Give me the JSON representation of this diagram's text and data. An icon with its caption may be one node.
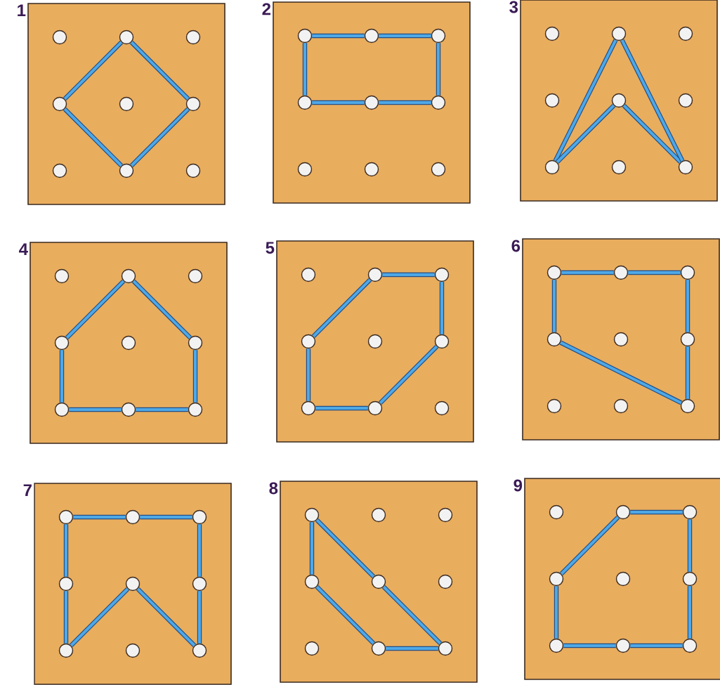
{
  "diagram": {
    "nodes": [
      {
        "text": [
          "1"
        ]
      },
      {
        "text": [],
        "shape": "circle",
        "in": 0
      },
      {
        "text": [],
        "shape": "circle",
        "in": 0
      },
      {
        "text": [],
        "shape": "circle",
        "in": 0
      },
      {
        "text": [],
        "shape": "circle",
        "in": 0
      },
      {
        "text": [],
        "shape": "circle",
        "in": 0
      },
      {
        "text": [],
        "shape": "circle",
        "in": 0
      },
      {
        "text": [],
        "shape": "circle",
        "in": 0
      },
      {
        "text": [],
        "shape": "circle",
        "in": 0
      },
      {
        "text": [],
        "shape": "circle",
        "in": 0
      },
      {
        "text": [
          "2"
        ]
      },
      {
        "text": [],
        "shape": "circle",
        "in": 10
      },
      {
        "text": [],
        "shape": "circle",
        "in": 10
      },
      {
        "text": [],
        "shape": "circle",
        "in": 10
      },
      {
        "text": [],
        "shape": "circle",
        "in": 10
      },
      {
        "text": [],
        "shape": "circle",
        "in": 10
      },
      {
        "text": [],
        "shape": "circle",
        "in": 10
      },
      {
        "text": [],
        "shape": "circle",
        "in": 10
      },
      {
        "text": [],
        "shape": "circle",
        "in": 10
      },
      {
        "text": [],
        "shape": "circle",
        "in": 10
      },
      {
        "text": [
          "3"
        ]
      },
      {
        "text": [],
        "shape": "circle",
        "in": 20
      },
      {
        "text": [],
        "shape": "circle",
        "in": 20
      },
      {
        "text": [],
        "shape": "circle",
        "in": 20
      },
      {
        "text": [],
        "shape": "circle",
        "in": 20
      },
      {
        "text": [],
        "shape": "circle",
        "in": 20
      },
      {
        "text": [],
        "shape": "circle",
        "in": 20
      },
      {
        "text": [],
        "shape": "circle",
        "in": 20
      },
      {
        "text": [],
        "shape": "circle",
        "in": 20
      },
      {
        "text": [],
        "shape": "circle",
        "in": 20
      },
      {
        "text": [
          "4"
        ]
      },
      {
        "text": [],
        "shape": "circle",
        "in": 30
      },
      {
        "text": [],
        "shape": "circle",
        "in": 30
      },
      {
        "text": [],
        "shape": "circle",
        "in": 30
      },
      {
        "text": [],
        "shape": "circle",
        "in": 30
      },
      {
        "text": [],
        "shape": "circle",
        "in": 30
      },
      {
        "text": [],
        "shape": "circle",
        "in": 30
      },
      {
        "text": [],
        "shape": "circle",
        "in": 30
      },
      {
        "text": [],
        "shape": "circle",
        "in": 30
      },
      {
        "text": [],
        "shape": "circle",
        "in": 30
      },
      {
        "text": [
          "5"
        ]
      },
      {
        "text": [],
        "shape": "circle",
        "in": 40
      },
      {
        "text": [],
        "shape": "circle",
        "in": 40
      },
      {
        "text": [],
        "shape": "circle",
        "in": 40
      },
      {
        "text": [],
        "shape": "circle",
        "in": 40
      },
      {
        "text": [],
        "shape": "circle",
        "in": 40
      },
      {
        "text": [],
        "shape": "circle",
        "in": 40
      },
      {
        "text": [],
        "shape": "circle",
        "in": 40
      },
      {
        "text": [],
        "shape": "circle",
        "in": 40
      },
      {
        "text": [],
        "shape": "circle",
        "in": 40
      },
      {
        "text": [
          "6"
        ]
      },
      {
        "text": [],
        "shape": "circle",
        "in": 50
      },
      {
        "text": [],
        "shape": "circle",
        "in": 50
      },
      {
        "text": [],
        "shape": "circle",
        "in": 50
      },
      {
        "text": [],
        "shape": "circle",
        "in": 50
      },
      {
        "text": [],
        "shape": "circle",
        "in": 50
      },
      {
        "text": [],
        "shape": "circle",
        "in": 50
      },
      {
        "text": [],
        "shape": "circle",
        "in": 50
      },
      {
        "text": [],
        "shape": "circle",
        "in": 50
      },
      {
        "text": [],
        "shape": "circle",
        "in": 50
      },
      {
        "text": [
          "7"
        ]
      },
      {
        "text": [],
        "shape": "circle",
        "in": 60
      },
      {
        "text": [],
        "shape": "circle",
        "in": 60
      },
      {
        "text": [],
        "shape": "circle",
        "in": 60
      },
      {
        "text": [],
        "shape": "circle",
        "in": 60
      },
      {
        "text": [],
        "shape": "circle",
        "in": 60
      },
      {
        "text": [],
        "shape": "circle",
        "in": 60
      },
      {
        "text": [],
        "shape": "circle",
        "in": 60
      },
      {
        "text": [],
        "shape": "circle",
        "in": 60
      },
      {
        "text": [],
        "shape": "circle",
        "in": 60
      },
      {
        "text": [
          "8"
        ]
      },
      {
        "text": [],
        "shape": "circle",
        "in": 70
      },
      {
        "text": [],
        "shape": "circle",
        "in": 70
      },
      {
        "text": [],
        "shape": "circle",
        "in": 70
      },
      {
        "text": [],
        "shape": "circle",
        "in": 70
      },
      {
        "text": [],
        "shape": "circle",
        "in": 70
      },
      {
        "text": [],
        "shape": "circle",
        "in": 70
      },
      {
        "text": [],
        "shape": "circle",
        "in": 70
      },
      {
        "text": [],
        "shape": "circle",
        "in": 70
      },
      {
        "text": [],
        "shape": "circle",
        "in": 70
      },
      {
        "text": [
          "9"
        ]
      },
      {
        "text": [],
        "shape": "circle",
        "in": 80
      },
      {
        "text": [],
        "shape": "circle",
        "in": 80
      },
      {
        "text": [],
        "shape": "circle",
        "in": 80
      },
      {
        "text": [],
        "shape": "circle",
        "in": 80
      },
      {
        "text": [],
        "shape": "circle",
        "in": 80
      },
      {
        "text": [],
        "shape": "circle",
        "in": 80
      },
      {
        "text": [],
        "shape": "circle",
        "in": 80
      },
      {
        "text": [],
        "shape": "circle",
        "in": 80
      },
      {
        "text": [],
        "shape": "circle",
        "in": 80
      }
    ],
    "edges": [
      {
        "from": 2,
        "to": 6,
        "arrow": "none"
      },
      {
        "from": 6,
        "to": 8,
        "arrow": "none"
      },
      {
        "from": 8,
        "to": 4,
        "arrow": "none"
      },
      {
        "from": 4,
        "to": 2,
        "arrow": "none"
      },
      {
        "from": 11,
        "to": 12,
        "arrow": "none"
      },
      {
        "from": 12,
        "to": 13,
        "arrow": "none"
      },
      {
        "from": 13,
        "to": 16,
        "arrow": "none"
      },
      {
        "from": 16,
        "to": 15,
        "arrow": "none"
      },
      {
        "from": 15,
        "to": 14,
        "arrow": "none"
      },
      {
        "from": 14,
        "to": 11,
        "arrow": "none"
      },
      {
        "from": 22,
        "to": 27,
        "arrow": "none"
      },
      {
        "from": 27,
        "to": 25,
        "arrow": "none"
      },
      {
        "from": 25,
        "to": 29,
        "arrow": "none"
      },
      {
        "from": 29,
        "to": 22,
        "arrow": "none"
      },
      {
        "from": 32,
        "to": 36,
        "arrow": "none"
      },
      {
        "from": 36,
        "to": 39,
        "arrow": "none"
      },
      {
        "from": 39,
        "to": 38,
        "arrow": "none"
      },
      {
        "from": 38,
        "to": 37,
        "arrow": "none"
      },
      {
        "from": 37,
        "to": 34,
        "arrow": "none"
      },
      {
        "from": 34,
        "to": 32,
        "arrow": "none"
      },
      {
        "from": 42,
        "to": 43,
        "arrow": "none"
      },
      {
        "from": 43,
        "to": 46,
        "arrow": "none"
      },
      {
        "from": 46,
        "to": 48,
        "arrow": "none"
      },
      {
        "from": 48,
        "to": 47,
        "arrow": "none"
      },
      {
        "from": 47,
        "to": 44,
        "arrow": "none"
      },
      {
        "from": 44,
        "to": 42,
        "arrow": "none"
      },
      {
        "from": 51,
        "to": 52,
        "arrow": "none"
      },
      {
        "from": 52,
        "to": 53,
        "arrow": "none"
      },
      {
        "from": 53,
        "to": 56,
        "arrow": "none"
      },
      {
        "from": 56,
        "to": 59,
        "arrow": "none"
      },
      {
        "from": 59,
        "to": 54,
        "arrow": "none"
      },
      {
        "from": 54,
        "to": 51,
        "arrow": "none"
      },
      {
        "from": 61,
        "to": 62,
        "arrow": "none"
      },
      {
        "from": 62,
        "to": 63,
        "arrow": "none"
      },
      {
        "from": 63,
        "to": 66,
        "arrow": "none"
      },
      {
        "from": 66,
        "to": 69,
        "arrow": "none"
      },
      {
        "from": 69,
        "to": 65,
        "arrow": "none"
      },
      {
        "from": 65,
        "to": 67,
        "arrow": "none"
      },
      {
        "from": 67,
        "to": 64,
        "arrow": "none"
      },
      {
        "from": 64,
        "to": 61,
        "arrow": "none"
      },
      {
        "from": 71,
        "to": 75,
        "arrow": "none"
      },
      {
        "from": 75,
        "to": 79,
        "arrow": "none"
      },
      {
        "from": 79,
        "to": 78,
        "arrow": "none"
      },
      {
        "from": 78,
        "to": 74,
        "arrow": "none"
      },
      {
        "from": 74,
        "to": 71,
        "arrow": "none"
      },
      {
        "from": 82,
        "to": 83,
        "arrow": "none"
      },
      {
        "from": 83,
        "to": 86,
        "arrow": "none"
      },
      {
        "from": 86,
        "to": 89,
        "arrow": "none"
      },
      {
        "from": 89,
        "to": 88,
        "arrow": "none"
      },
      {
        "from": 88,
        "to": 87,
        "arrow": "none"
      },
      {
        "from": 87,
        "to": 84,
        "arrow": "none"
      },
      {
        "from": 84,
        "to": 82,
        "arrow": "none"
      }
    ]
  }
}
